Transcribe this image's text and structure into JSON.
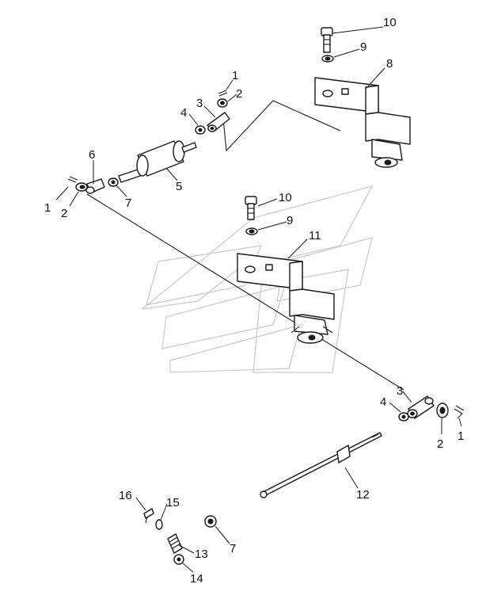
{
  "callouts": {
    "c1a": "1",
    "c2a": "2",
    "c3a": "3",
    "c4a": "4",
    "c5": "5",
    "c6": "6",
    "c7a": "7",
    "c1b": "1",
    "c2b": "2",
    "c8": "8",
    "c9a": "9",
    "c10a": "10",
    "c9b": "9",
    "c10b": "10",
    "c11": "11",
    "c3b": "3",
    "c4b": "4",
    "c2c": "2",
    "c1c": "1",
    "c12": "12",
    "c16": "16",
    "c15": "15",
    "c13": "13",
    "c14": "14",
    "c7b": "7"
  }
}
